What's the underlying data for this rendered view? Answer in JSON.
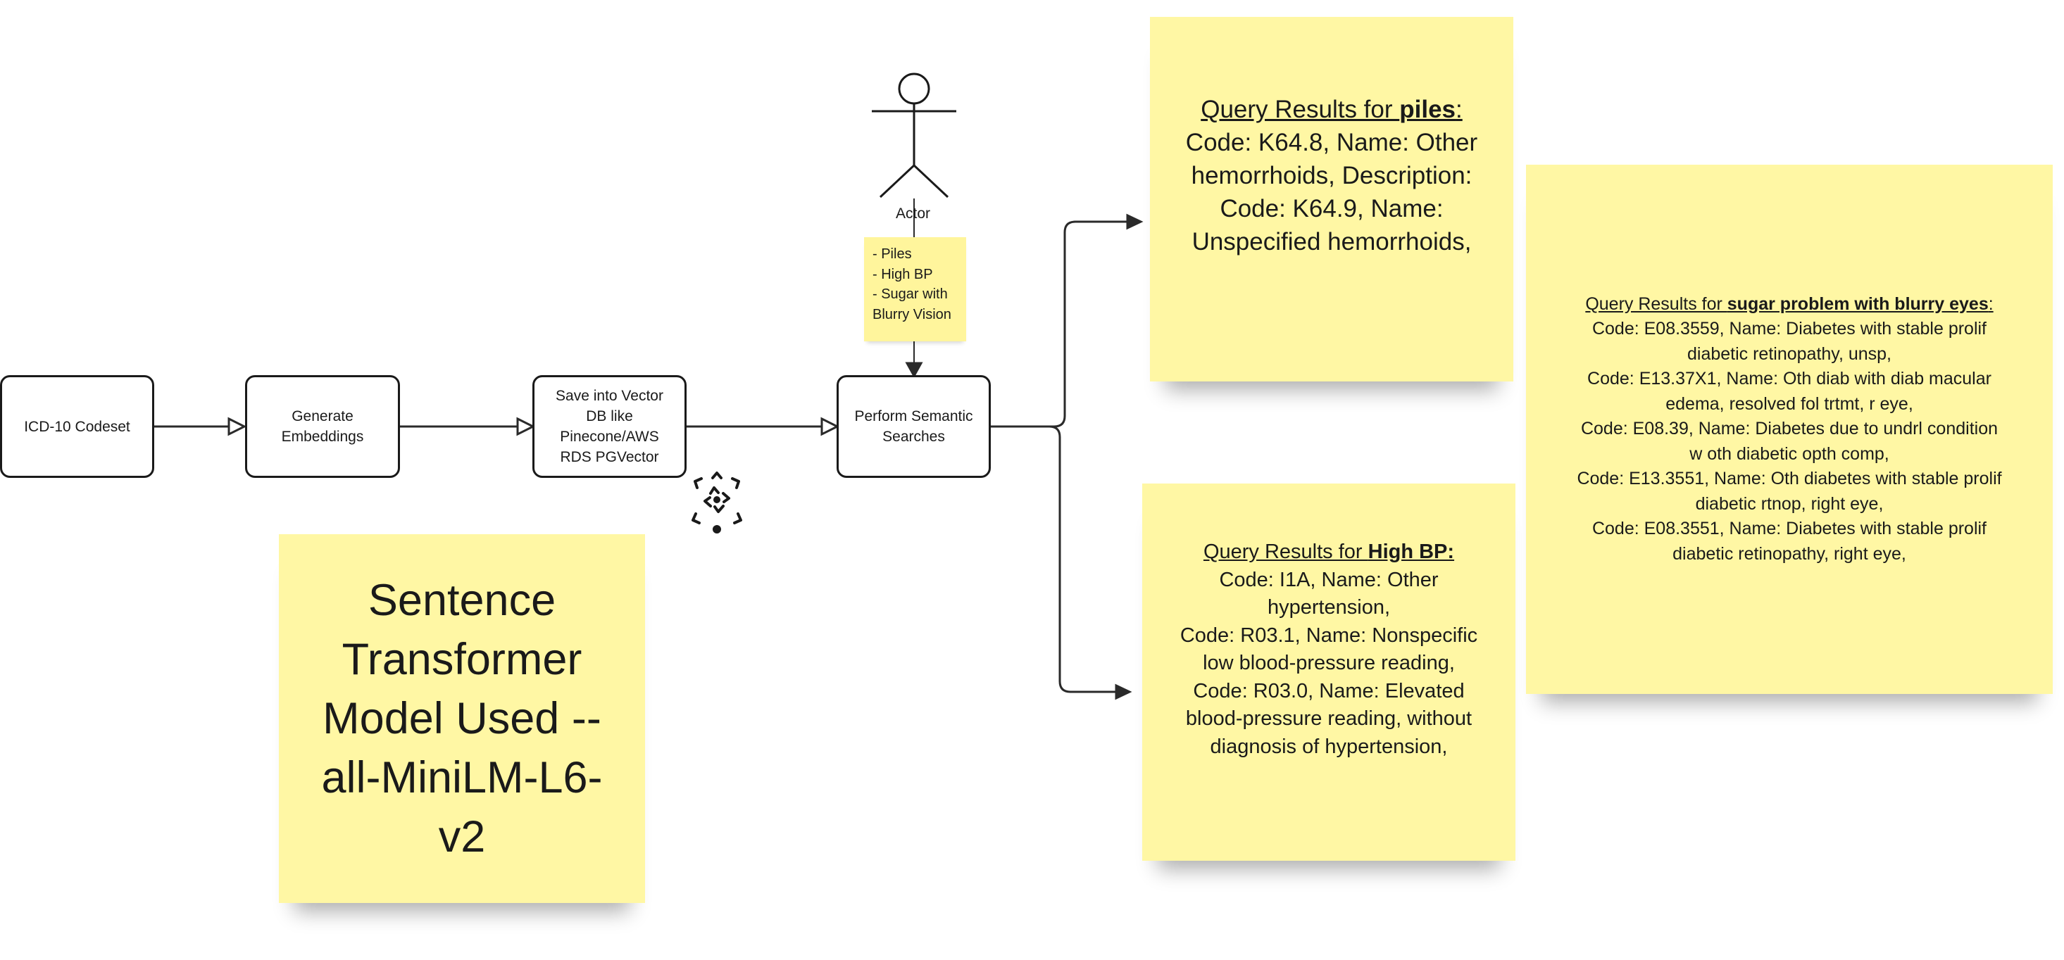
{
  "flow": {
    "nodes": [
      {
        "id": "icd",
        "label": "ICD-10 Codeset"
      },
      {
        "id": "embed",
        "label": "Generate Embeddings"
      },
      {
        "id": "vector",
        "label": "Save into Vector DB like Pinecone/AWS RDS PGVector"
      },
      {
        "id": "search",
        "label": "Perform Semantic Searches"
      }
    ]
  },
  "actor": {
    "label": "Actor"
  },
  "queries_note": {
    "lines": [
      "- Piles",
      "- High BP",
      "- Sugar with",
      "Blurry Vision"
    ]
  },
  "model_note": {
    "text": "Sentence Transformer Model Used -- all-MiniLM-L6-v2"
  },
  "results": {
    "piles": {
      "title_prefix": "Query Results for ",
      "title_term": "piles",
      "title_suffix": ":",
      "lines": [
        "Code: K64.8, Name: Other hemorrhoids, Description:",
        "Code: K64.9, Name: Unspecified hemorrhoids,"
      ]
    },
    "high_bp": {
      "title_prefix": "Query Results for ",
      "title_term": "High BP:",
      "title_suffix": "",
      "lines": [
        "Code: I1A, Name: Other hypertension,",
        "Code: R03.1, Name: Nonspecific low blood-pressure reading,",
        "Code: R03.0, Name: Elevated blood-pressure reading, without diagnosis of hypertension,"
      ]
    },
    "sugar": {
      "title_prefix": "Query Results for ",
      "title_term": "sugar problem with blurry eyes",
      "title_suffix": ":",
      "lines": [
        "Code: E08.3559, Name: Diabetes with stable prolif diabetic retinopathy, unsp,",
        "Code: E13.37X1, Name: Oth diab with diab macular edema, resolved fol trtmt, r eye,",
        "Code: E08.39, Name: Diabetes due to undrl condition w oth diabetic opth comp,",
        "Code: E13.3551, Name: Oth diabetes with stable prolif diabetic rtnop, right eye,",
        "Code: E08.3551, Name: Diabetes with stable prolif diabetic retinopathy, right eye,"
      ]
    }
  },
  "colors": {
    "sticky": "#fff7a4",
    "stroke": "#1a1a1a",
    "background": "#ffffff"
  },
  "icons": [
    "actor-stick-figure-icon",
    "ai-model-icon"
  ]
}
